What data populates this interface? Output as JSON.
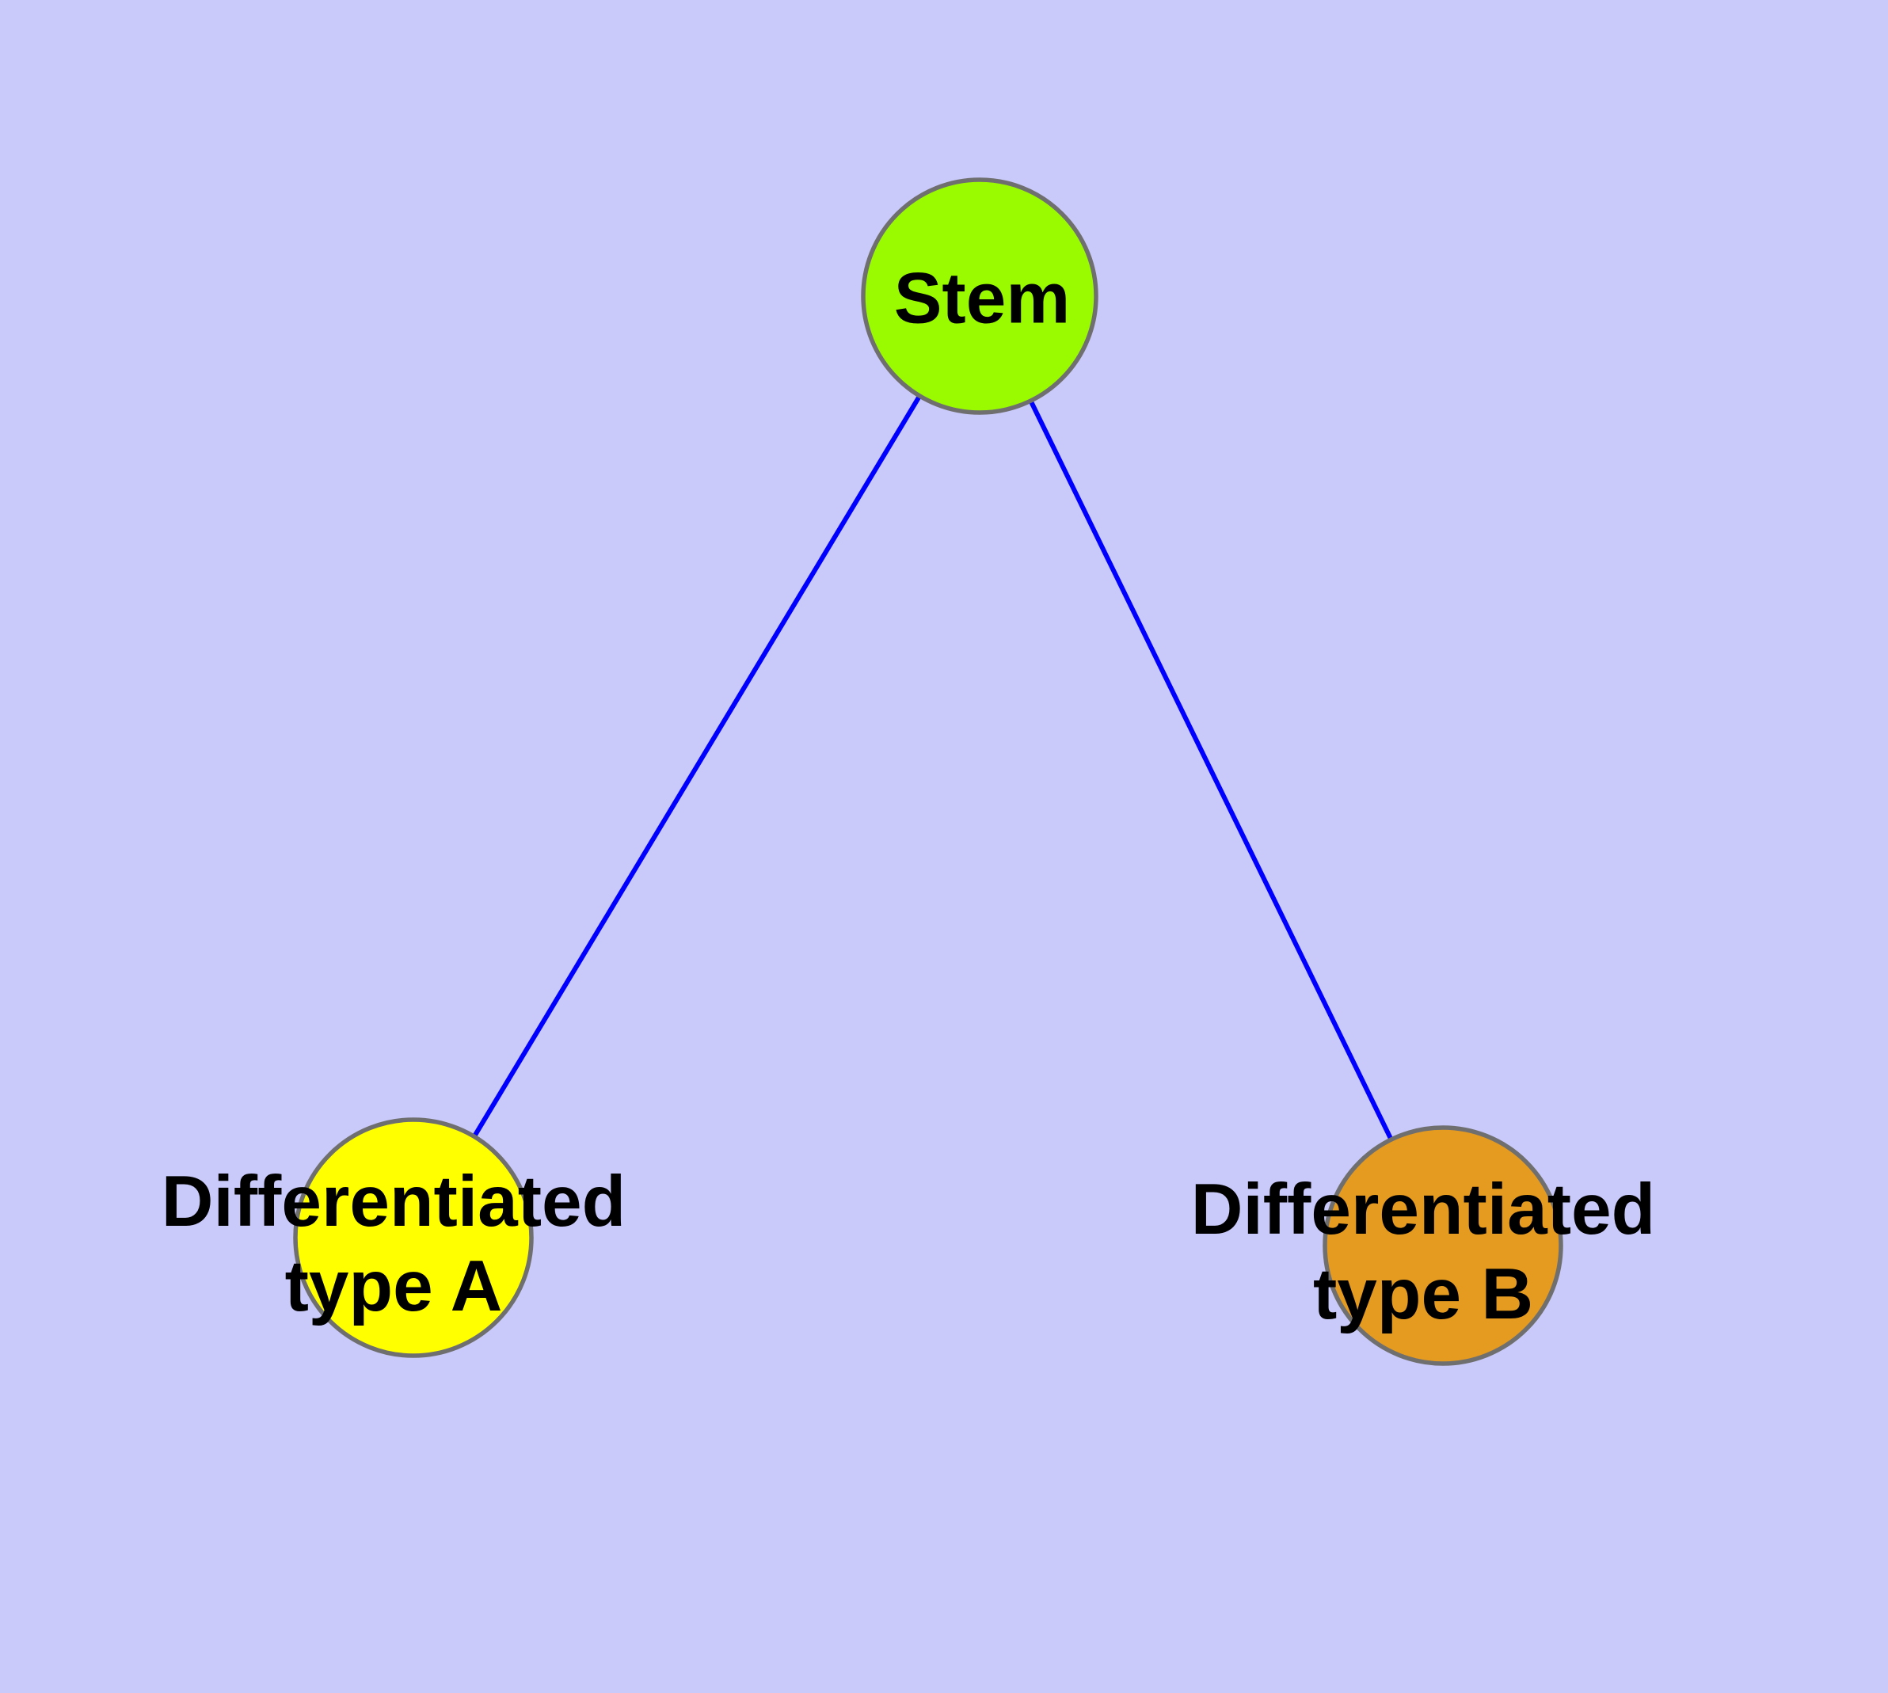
{
  "diagram": {
    "type": "node-link-graph",
    "background_color": "#C9C9FA",
    "edge_color": "#0000FF",
    "node_border_color": "#6F6F6F",
    "label_color": "#000000",
    "nodes": [
      {
        "id": "stem",
        "label": "Stem",
        "fill": "#9AFB00"
      },
      {
        "id": "type-a",
        "label": "Differentiated\ntype A",
        "fill": "#FFFF00"
      },
      {
        "id": "type-b",
        "label": "Differentiated\ntype B",
        "fill": "#E59A20"
      }
    ],
    "edges": [
      {
        "from": "stem",
        "to": "type-a"
      },
      {
        "from": "stem",
        "to": "type-b"
      }
    ]
  }
}
